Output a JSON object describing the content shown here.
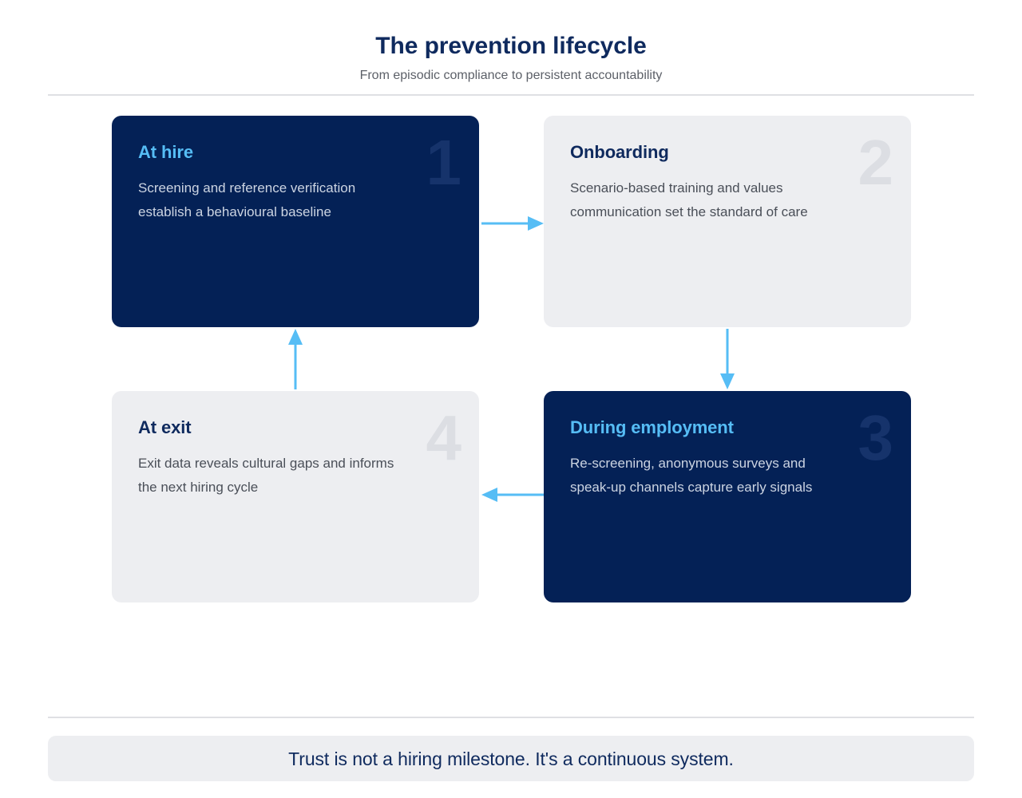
{
  "header": {
    "title": "The prevention lifecycle",
    "subtitle": "From episodic compliance to persistent accountability"
  },
  "cards": [
    {
      "number": "1",
      "title": "At hire",
      "body": "Screening and reference verification establish a behavioural baseline",
      "theme": "dark",
      "bg_color": "#042156",
      "title_color": "#56bdf5",
      "body_color": "#ccd4e2",
      "number_color": "#16336b"
    },
    {
      "number": "2",
      "title": "Onboarding",
      "body": "Scenario-based training and values communication set the standard of care",
      "theme": "light",
      "bg_color": "#edeef1",
      "title_color": "#0f2a5e",
      "body_color": "#4a4f58",
      "number_color": "#dcdee3"
    },
    {
      "number": "3",
      "title": "During employment",
      "body": "Re-screening, anonymous surveys and speak-up channels capture early signals",
      "theme": "dark",
      "bg_color": "#042156",
      "title_color": "#56bdf5",
      "body_color": "#ccd4e2",
      "number_color": "#16336b"
    },
    {
      "number": "4",
      "title": "At exit",
      "body": "Exit data reveals cultural gaps and informs the next hiring cycle",
      "theme": "light",
      "bg_color": "#edeef1",
      "title_color": "#0f2a5e",
      "body_color": "#4a4f58",
      "number_color": "#dcdee3"
    }
  ],
  "arrows": [
    {
      "name": "arrow-right-icon",
      "direction": "right",
      "from": "At hire",
      "to": "Onboarding",
      "color": "#56bdf5"
    },
    {
      "name": "arrow-down-icon",
      "direction": "down",
      "from": "Onboarding",
      "to": "During employment",
      "color": "#56bdf5"
    },
    {
      "name": "arrow-left-icon",
      "direction": "left",
      "from": "During employment",
      "to": "At exit",
      "color": "#56bdf5"
    },
    {
      "name": "arrow-up-icon",
      "direction": "up",
      "from": "At exit",
      "to": "At hire",
      "color": "#56bdf5"
    }
  ],
  "footer": {
    "text": "Trust is not a hiring milestone. It's a continuous system.",
    "bg_color": "#edeef1",
    "text_color": "#0f2a5e"
  },
  "theme": {
    "page_background": "#ffffff",
    "accent": "#56bdf5",
    "navy": "#0f2a5e",
    "divider": "#dfe0e4"
  }
}
